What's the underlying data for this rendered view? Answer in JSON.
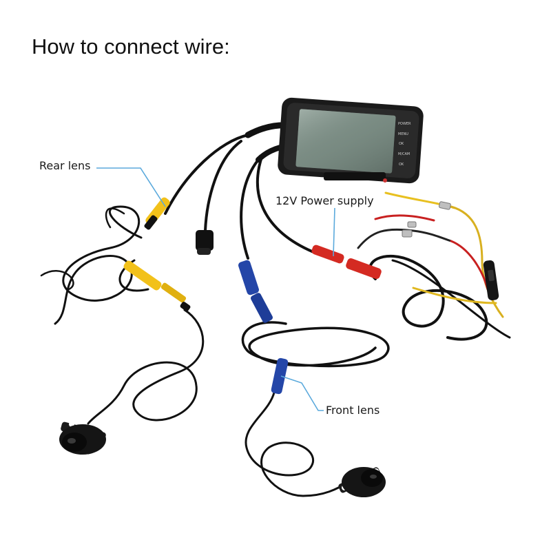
{
  "title": "How to connect wire:",
  "labels": {
    "rear_lens": "Rear lens",
    "power_supply": "12V Power supply",
    "front_lens": "Front lens"
  },
  "device": {
    "screen_side_labels": [
      "POWER",
      "MENU",
      "OK",
      "M/CAM",
      "OK"
    ]
  },
  "colors": {
    "text": "#1a1a1a",
    "callout_line": "#5aa9dc",
    "cable": "#111111",
    "rear_connector": "#f2c11a",
    "front_connector": "#2446a8",
    "power_connector": "#d42a22"
  },
  "icons": [
    "dashcam-device-icon",
    "rear-camera-icon",
    "front-camera-icon",
    "fuse-holder-icon"
  ]
}
